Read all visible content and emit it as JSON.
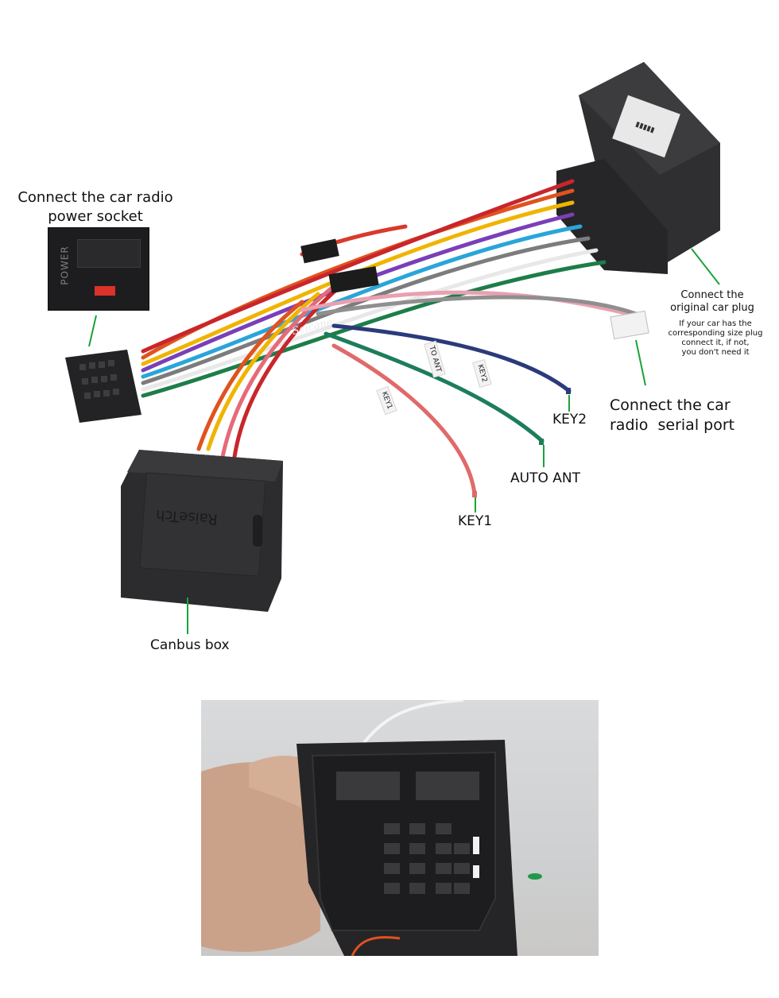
{
  "callouts": {
    "power_socket": [
      "Connect the car radio",
      "power socket"
    ],
    "original_plug_title": [
      "Connect the",
      "original car plug"
    ],
    "original_plug_note": [
      "If your car has the",
      "corresponding size plug",
      "connect it, if not,",
      "you don't need it"
    ],
    "serial_port": [
      "Connect the car",
      "radio  serial port"
    ],
    "key2": "KEY2",
    "auto_ant": "AUTO ANT",
    "key1": "KEY1",
    "canbus_box": "Canbus box"
  },
  "product_markings": {
    "power_socket_label": "POWER",
    "watermark": "Seicane",
    "canbus_brand": "RaiseTch",
    "tag_key1": "KEY1",
    "tag_auto_ant": "TO ANT",
    "tag_key2": "KEY2"
  },
  "colors": {
    "callout_line": "#1aa33a",
    "connector_body": "#2b2b2b",
    "canbus_body": "#333333"
  }
}
